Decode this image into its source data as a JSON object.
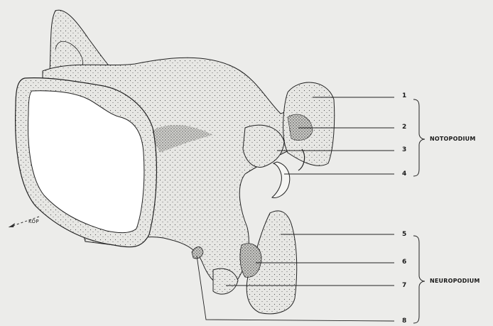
{
  "labels": {
    "n1": "1",
    "n2": "2",
    "n3": "3",
    "n4": "4",
    "n5": "5",
    "n6": "6",
    "n7": "7",
    "n8": "8",
    "notopodium": "NOTOPODIUM",
    "neuropodium": "NEUROPODIUM",
    "direction": "KOP"
  },
  "colors": {
    "background": "#ececea",
    "ink": "#1a1a1a",
    "body_fill": "#dcdcd8"
  }
}
